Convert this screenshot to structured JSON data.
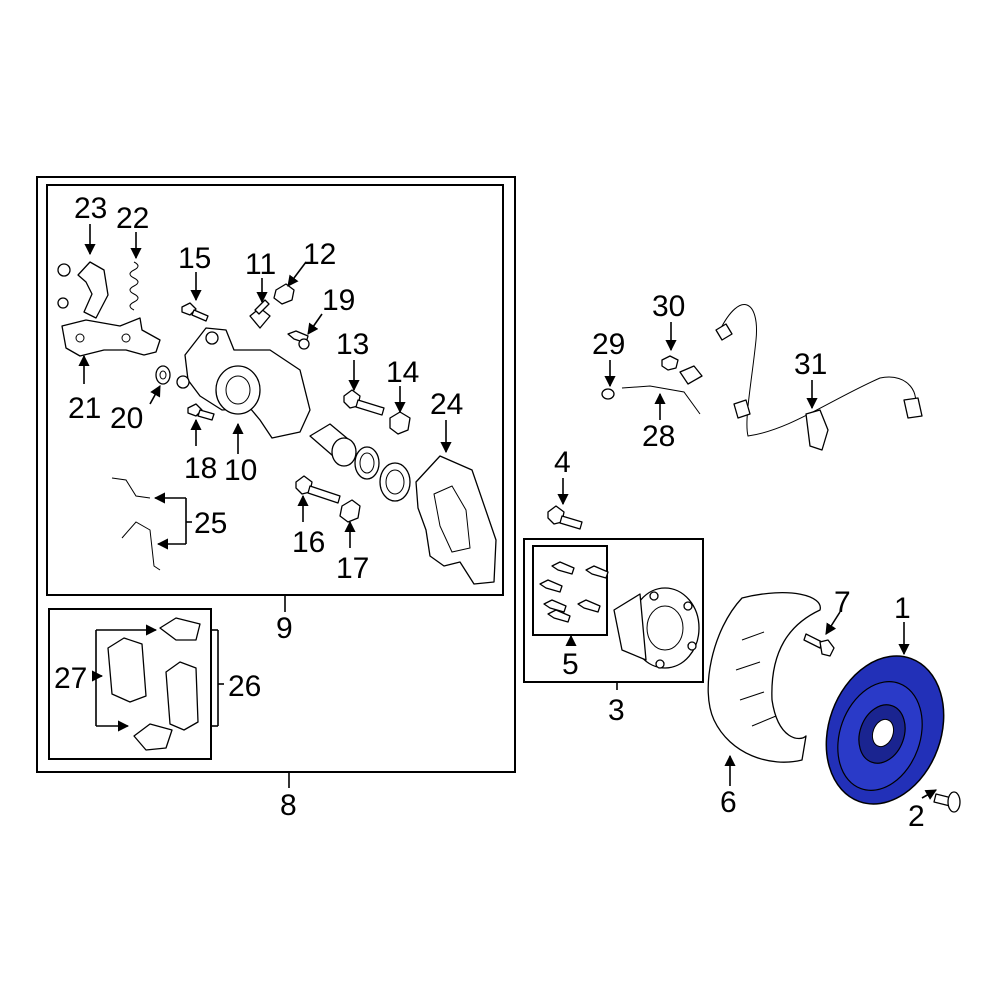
{
  "diagram": {
    "accent_color": "#2230b8",
    "highlighted_callout": "1",
    "callouts": [
      "1",
      "2",
      "3",
      "4",
      "5",
      "6",
      "7",
      "8",
      "9",
      "10",
      "11",
      "12",
      "13",
      "14",
      "15",
      "16",
      "17",
      "18",
      "19",
      "20",
      "21",
      "22",
      "23",
      "24",
      "25",
      "26",
      "27",
      "28",
      "29",
      "30",
      "31"
    ]
  }
}
